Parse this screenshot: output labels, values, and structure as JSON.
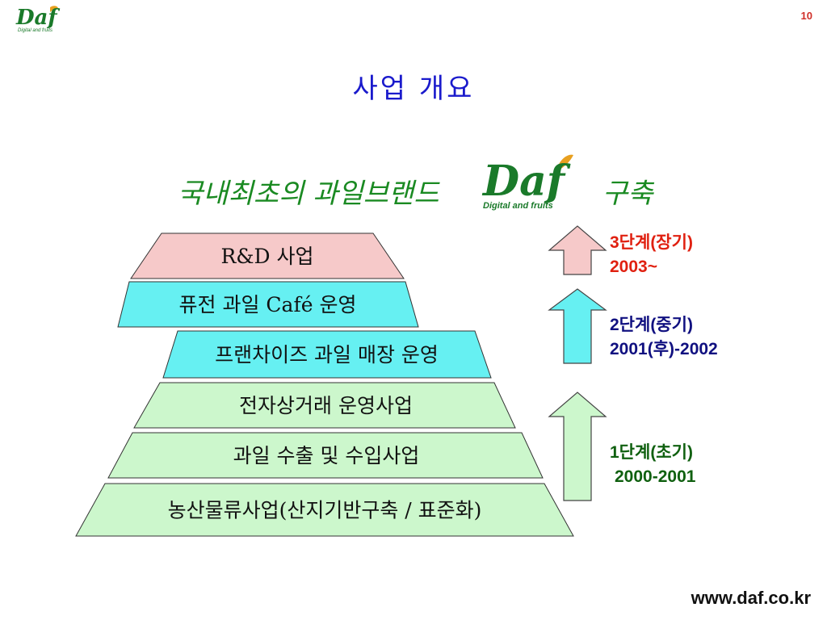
{
  "page_number": "10",
  "title": "사업 개요",
  "subtitle": {
    "prefix": "국내최초의 과일브랜드",
    "suffix": "구축"
  },
  "brand": {
    "logo_text": "Daf",
    "tagline": "Digital and fruits",
    "color_green": "#1a7a2a",
    "leaf_color": "#e8a020"
  },
  "pyramid": {
    "tiers": [
      {
        "label": "R&D 사업",
        "fill": "#f6c9c9"
      },
      {
        "label": "퓨전 과일 Café 운영",
        "fill": "#66f0f2"
      },
      {
        "label": "프랜차이즈 과일 매장 운영",
        "fill": "#66f0f2"
      },
      {
        "label": "전자상거래 운영사업",
        "fill": "#ccf7cc"
      },
      {
        "label": "과일 수출 및 수입사업",
        "fill": "#ccf7cc"
      },
      {
        "label": "농산물류사업(산지기반구축 / 표준화)",
        "fill": "#ccf7cc"
      }
    ]
  },
  "stages": [
    {
      "name": "3단계(장기)",
      "years": "2003~",
      "color": "#e02010",
      "arrow_fill": "#f6c9c9"
    },
    {
      "name": "2단계(중기)",
      "years": "2001(후)-2002",
      "color": "#101080",
      "arrow_fill": "#66f0f2"
    },
    {
      "name": "1단계(초기)",
      "years": "2000-2001",
      "color": "#106010",
      "arrow_fill": "#ccf7cc"
    }
  ],
  "footer_url": "www.daf.co.kr"
}
